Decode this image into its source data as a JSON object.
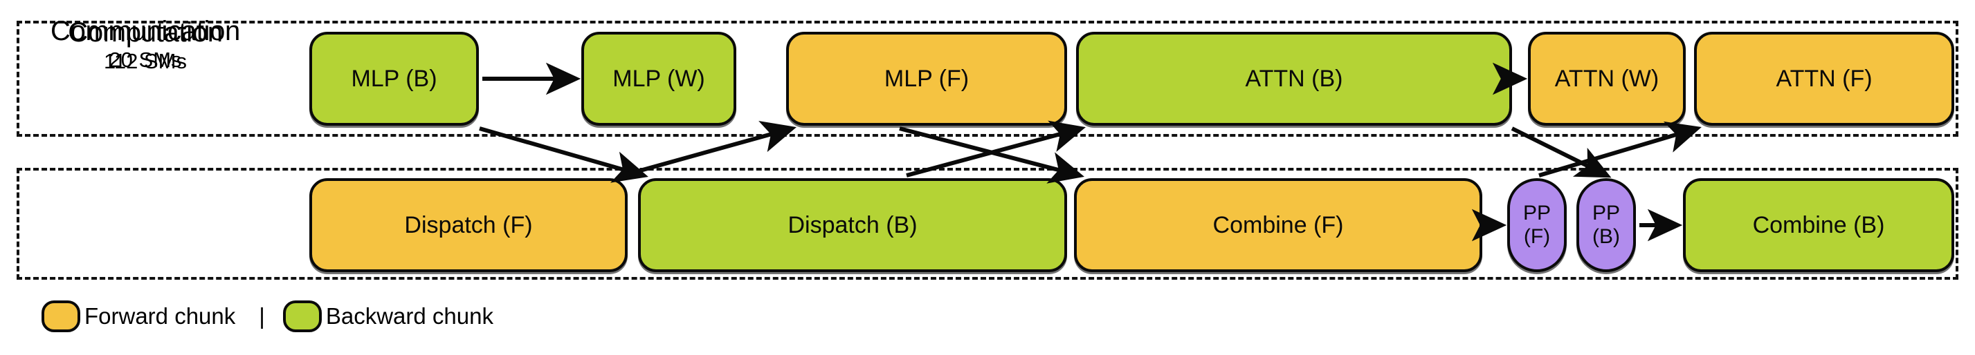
{
  "figure": {
    "type": "timeline-overlap-diagram",
    "background": "#ffffff",
    "colors": {
      "forward": "#f5c341",
      "backward": "#b4d335",
      "pipeline": "#b18ced",
      "outline": "#0a0a0a",
      "lane_border": "#111111"
    }
  },
  "lanes": [
    {
      "id": "computation",
      "title": "Computation",
      "subtitle": "112 SMs",
      "blocks": [
        {
          "label": "MLP (B)",
          "kind": "backward"
        },
        {
          "label": "MLP (W)",
          "kind": "backward"
        },
        {
          "label": "MLP (F)",
          "kind": "forward"
        },
        {
          "label": "ATTN (B)",
          "kind": "backward"
        },
        {
          "label": "ATTN (W)",
          "kind": "forward"
        },
        {
          "label": "ATTN (F)",
          "kind": "forward"
        }
      ]
    },
    {
      "id": "communication",
      "title": "Communication",
      "subtitle": "20 SMs",
      "blocks": [
        {
          "label": "Dispatch (F)",
          "kind": "forward"
        },
        {
          "label": "Dispatch (B)",
          "kind": "backward"
        },
        {
          "label": "Combine (F)",
          "kind": "forward"
        },
        {
          "label": "PP",
          "label2": "(F)",
          "kind": "pipeline"
        },
        {
          "label": "PP",
          "label2": "(B)",
          "kind": "pipeline"
        },
        {
          "label": "Combine (B)",
          "kind": "backward"
        }
      ]
    }
  ],
  "legend": {
    "separator": "|",
    "items": [
      {
        "label": "Forward chunk",
        "kind": "forward"
      },
      {
        "label": "Backward chunk",
        "kind": "backward"
      }
    ]
  }
}
